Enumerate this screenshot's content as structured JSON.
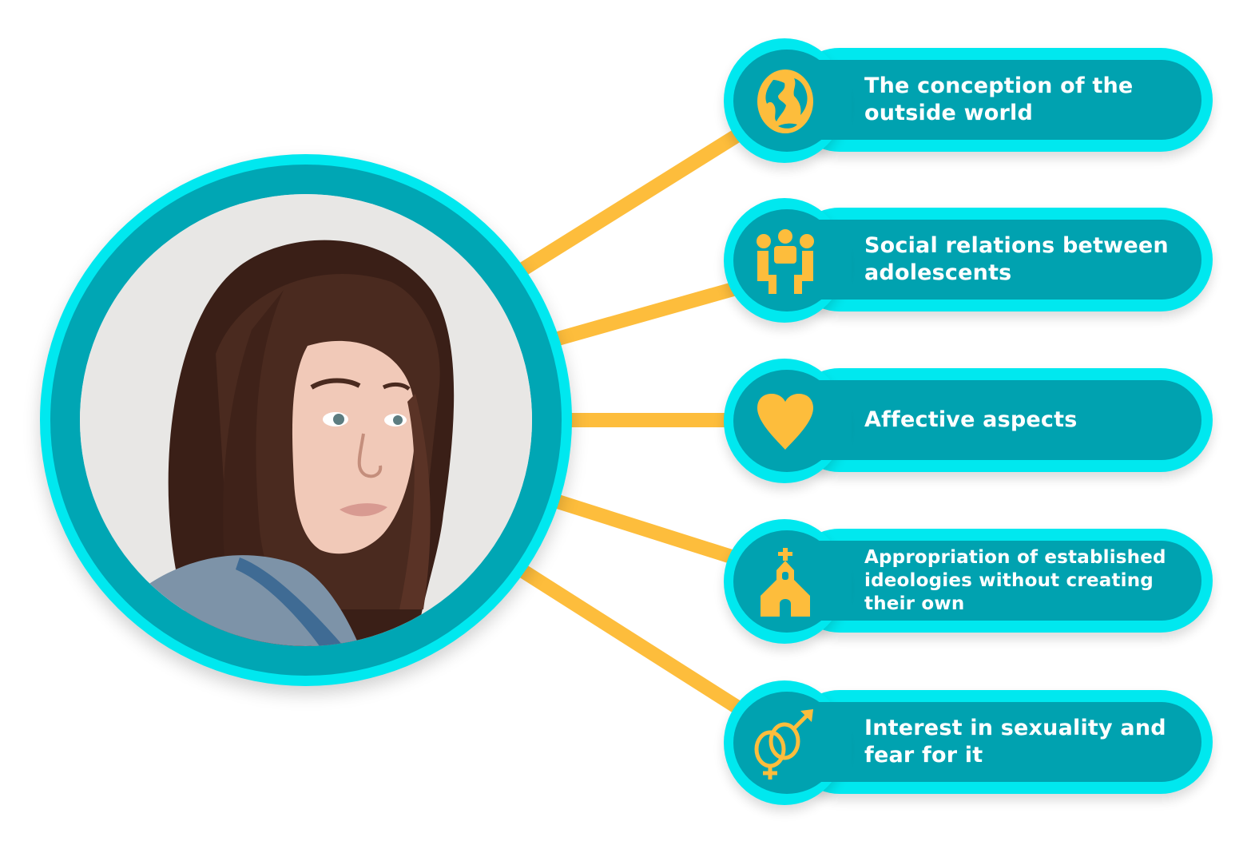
{
  "diagram": {
    "center": {
      "label": "Portrait of an adolescent girl",
      "image": "portrait-photo"
    },
    "colors": {
      "outer_ring": "#00e8ef",
      "inner_ring": "#00a2b0",
      "icon": "#fdbd3c",
      "connector": "#fdbd3c",
      "text": "#ffffff"
    },
    "items": [
      {
        "label": "The conception of the outside world",
        "icon": "globe-icon"
      },
      {
        "label": "Social relations between adolescents",
        "icon": "group-meeting-icon"
      },
      {
        "label": "Affective aspects",
        "icon": "heart-icon"
      },
      {
        "label": "Appropriation of established ideologies without creating their own",
        "icon": "chapel-icon"
      },
      {
        "label": "Interest in sexuality and fear for it",
        "icon": "gender-symbols-icon"
      }
    ]
  }
}
